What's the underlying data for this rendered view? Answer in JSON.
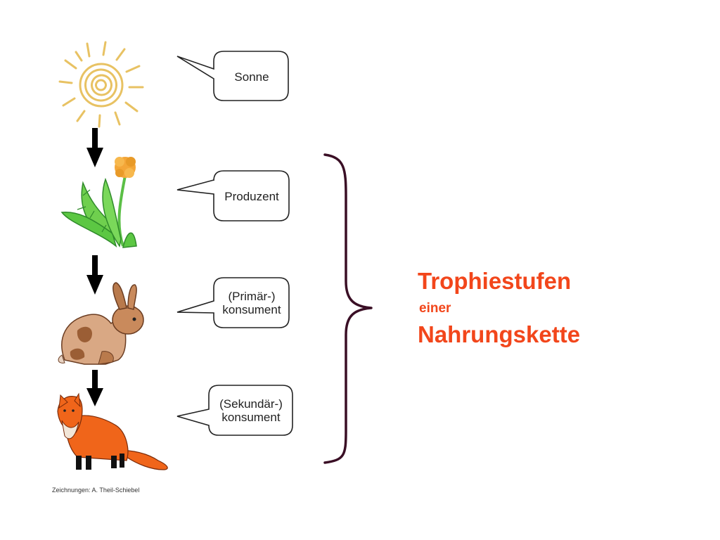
{
  "chain": [
    {
      "label_lines": [
        "Sonne"
      ],
      "icon": "sun-icon"
    },
    {
      "label_lines": [
        "Produzent"
      ],
      "icon": "dandelion-icon"
    },
    {
      "label_lines": [
        "(Primär-)",
        "konsument"
      ],
      "icon": "rabbit-icon"
    },
    {
      "label_lines": [
        "(Sekundär-)",
        "konsument"
      ],
      "icon": "fox-icon"
    }
  ],
  "title": {
    "line1": "Trophiestufen",
    "line2": "einer",
    "line3": "Nahrungskette"
  },
  "credit": "Zeichnungen: A. Theil-Schiebel",
  "colors": {
    "title": "#f2461b",
    "brace": "#3a0f25",
    "arrow": "#000000"
  }
}
